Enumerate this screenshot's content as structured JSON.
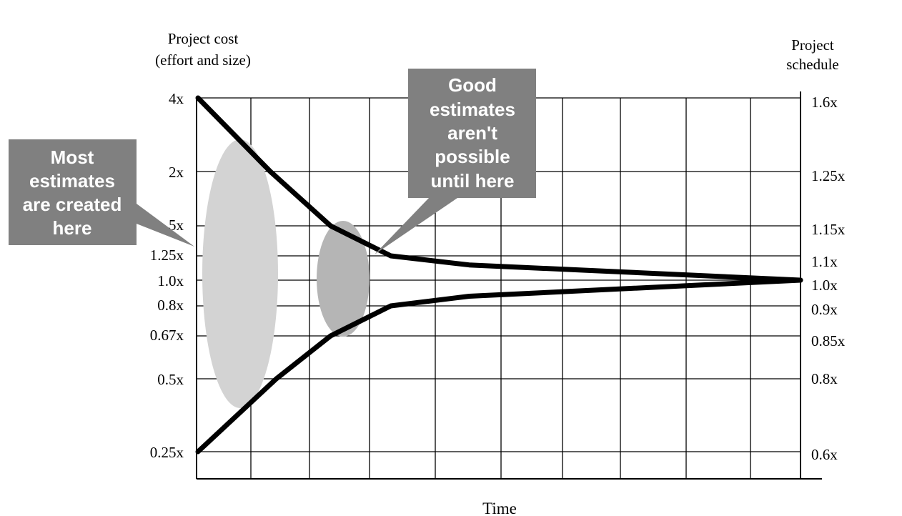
{
  "chart_data": {
    "type": "line",
    "title": "",
    "xlabel": "Time",
    "ylabel_left": [
      "Project cost",
      "(effort and size)"
    ],
    "ylabel_right": [
      "Project",
      "schedule"
    ],
    "grid": true,
    "left_ticks": [
      "4x",
      "2x",
      ".5x",
      "1.25x",
      "1.0x",
      "0.8x",
      "0.67x",
      "0.5x",
      "0.25x"
    ],
    "right_ticks": [
      "1.6x",
      "1.25x",
      "1.15x",
      "1.1x",
      "1.0x",
      "0.9x",
      "0.85x",
      "0.8x",
      "0.6x"
    ],
    "series": [
      {
        "values": [
          {
            "t": 0.0,
            "v": 4.0
          },
          {
            "t": 0.12,
            "v": 2.0
          },
          {
            "t": 0.22,
            "v": 1.5
          },
          {
            "t": 0.32,
            "v": 1.25
          },
          {
            "t": 0.45,
            "v": 1.15
          },
          {
            "t": 1.0,
            "v": 1.0
          }
        ]
      },
      {
        "values": [
          {
            "t": 0.0,
            "v": 0.25
          },
          {
            "t": 0.13,
            "v": 0.5
          },
          {
            "t": 0.22,
            "v": 0.67
          },
          {
            "t": 0.32,
            "v": 0.8
          },
          {
            "t": 0.45,
            "v": 0.87
          },
          {
            "t": 1.0,
            "v": 1.0
          }
        ]
      }
    ],
    "annotations": [
      {
        "id": "most",
        "text": [
          "Most",
          "estimates",
          "are created",
          "here"
        ],
        "color": "#808080"
      },
      {
        "id": "good",
        "text": [
          "Good",
          "estimates",
          "aren't",
          "possible",
          "until here"
        ],
        "color": "#808080"
      }
    ],
    "highlight_colors": {
      "early": "#d3d3d3",
      "later": "#b5b5b5",
      "line": "#000000"
    }
  }
}
